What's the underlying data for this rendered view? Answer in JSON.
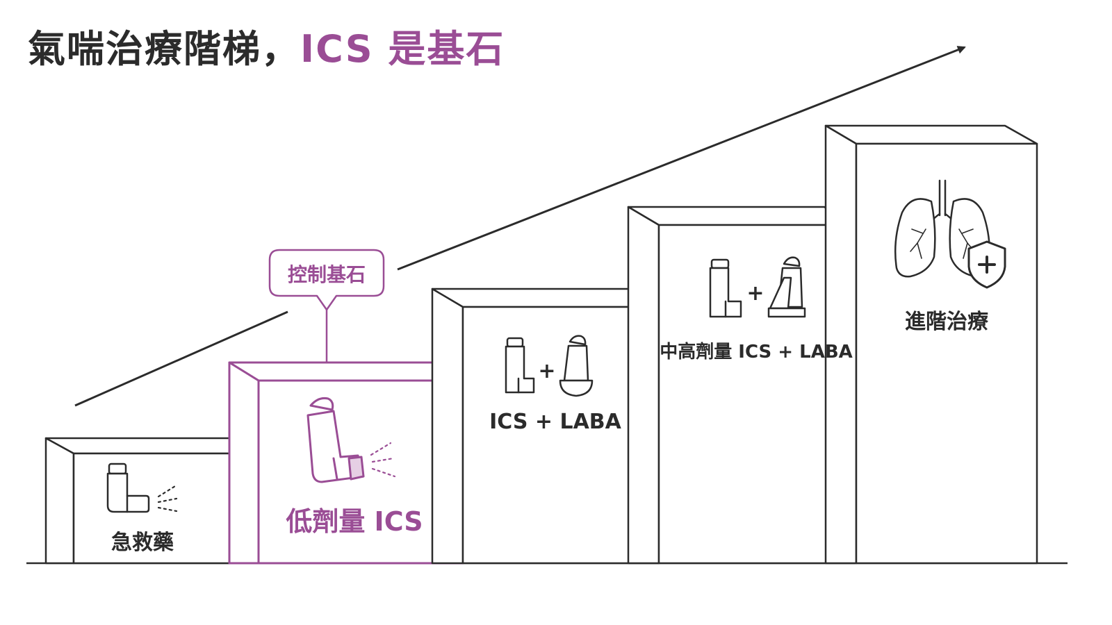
{
  "title": {
    "main": "氣喘治療階梯，",
    "accent": "ICS 是基石"
  },
  "callout": {
    "label": "控制基石"
  },
  "steps": [
    {
      "label": "急救藥",
      "icon": "rescue-inhaler-icon"
    },
    {
      "label": "低劑量 ICS",
      "icon": "inhaler-spray-icon"
    },
    {
      "label": "ICS + LABA",
      "icon": "two-inhalers-icon"
    },
    {
      "label": "中高劑量 ICS + LABA",
      "icon": "two-inhalers-icon"
    },
    {
      "label": "進階治療",
      "icon": "lungs-shield-icon"
    }
  ],
  "icons": {
    "plus": "+"
  },
  "colors": {
    "accent": "#9a4d95",
    "line": "#2b2b2b",
    "accent_fill": "#e6cfe4"
  }
}
